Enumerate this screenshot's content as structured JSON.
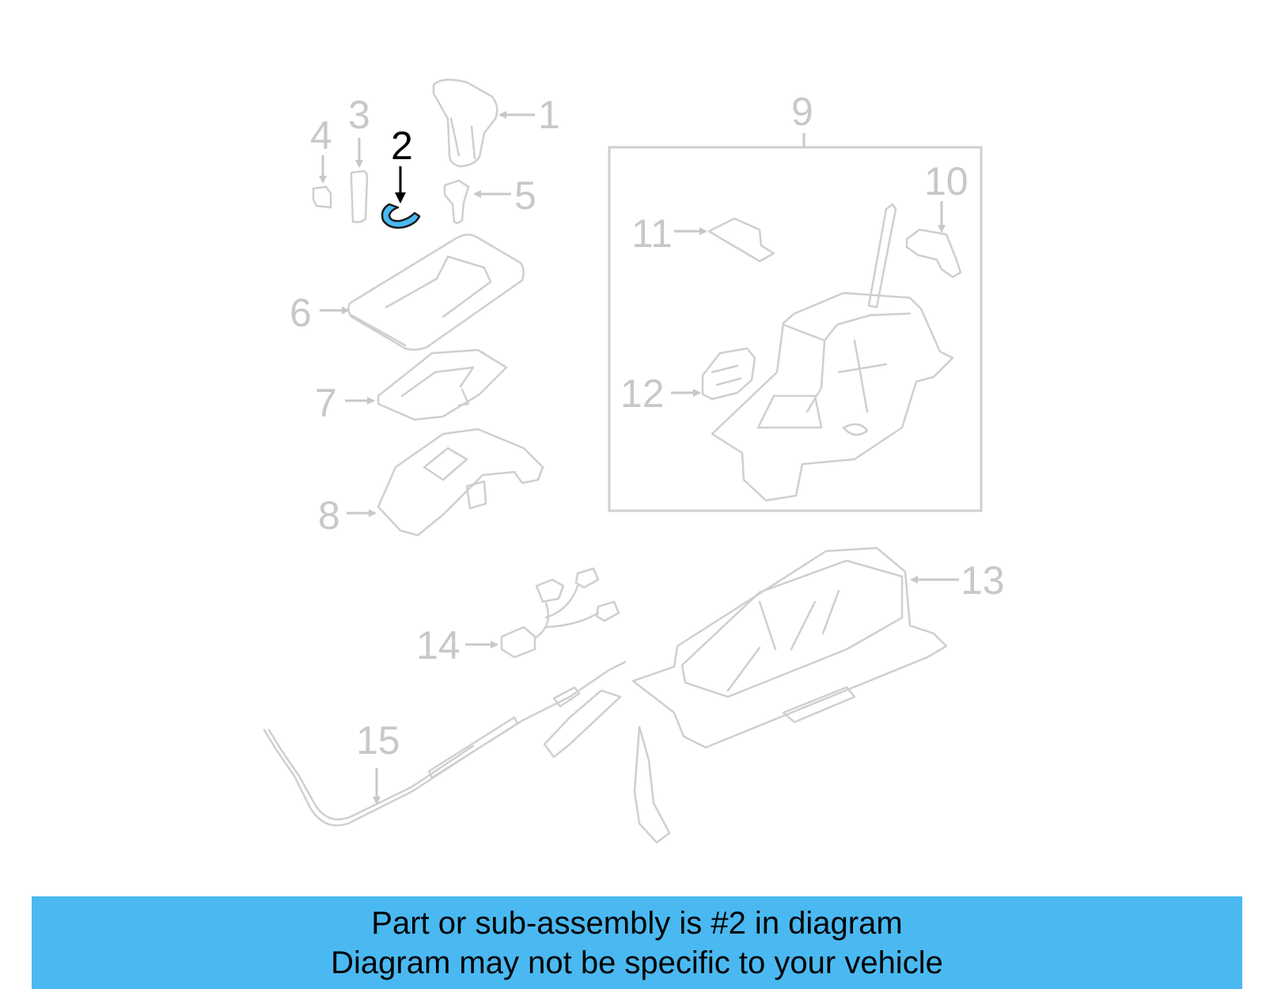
{
  "callouts": [
    {
      "id": "1",
      "label": "1"
    },
    {
      "id": "2",
      "label": "2"
    },
    {
      "id": "3",
      "label": "3"
    },
    {
      "id": "4",
      "label": "4"
    },
    {
      "id": "5",
      "label": "5"
    },
    {
      "id": "6",
      "label": "6"
    },
    {
      "id": "7",
      "label": "7"
    },
    {
      "id": "8",
      "label": "8"
    },
    {
      "id": "9",
      "label": "9"
    },
    {
      "id": "10",
      "label": "10"
    },
    {
      "id": "11",
      "label": "11"
    },
    {
      "id": "12",
      "label": "12"
    },
    {
      "id": "13",
      "label": "13"
    },
    {
      "id": "14",
      "label": "14"
    },
    {
      "id": "15",
      "label": "15"
    }
  ],
  "highlighted_part": "2",
  "colors": {
    "banner_bg": "#4ab9f1",
    "highlight": "#4ab9f1",
    "part_line": "#cfcfcf",
    "label_dim": "#c8c8c8"
  },
  "banner": {
    "line1": "Part or sub-assembly is #2 in diagram",
    "line2": "Diagram may not be specific to your vehicle"
  }
}
